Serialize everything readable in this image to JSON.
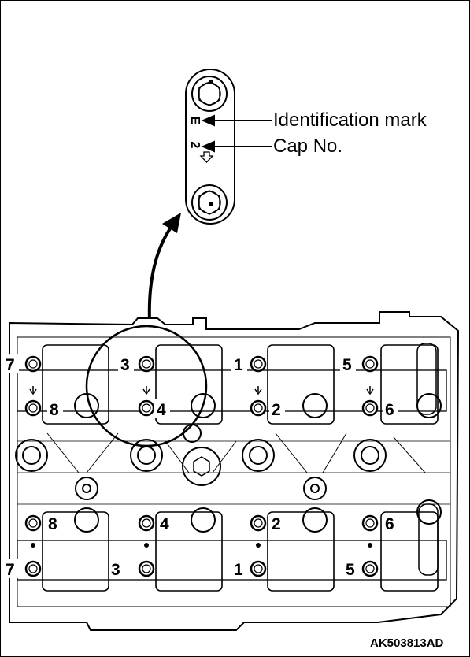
{
  "callouts": {
    "identification_mark": "Identification mark",
    "cap_no": "Cap No."
  },
  "cap_detail": {
    "mark_glyph": "E",
    "cap_number": "2"
  },
  "figure_code": "AK503813AD",
  "cap_numbers": {
    "row1_top": [
      "7",
      "3",
      "1",
      "5"
    ],
    "row1_bottom": [
      "8",
      "4",
      "2",
      "6"
    ],
    "row2_top": [
      "8",
      "4",
      "2",
      "6"
    ],
    "row2_bottom": [
      "7",
      "3",
      "1",
      "5"
    ]
  }
}
